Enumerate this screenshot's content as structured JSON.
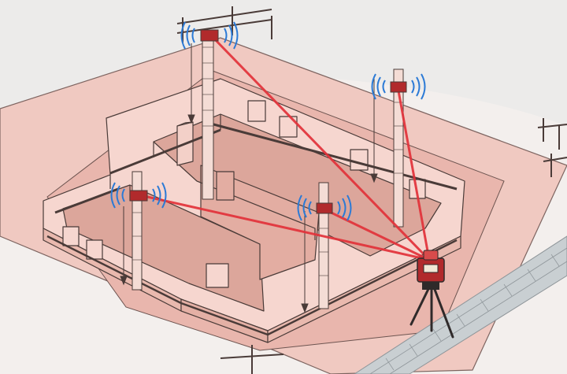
{
  "scene": {
    "description_visible_text": "",
    "colors": {
      "background": "#e9eaea",
      "ground": "#f1ecea",
      "excavation_top": "#f0c9c1",
      "excavation_wall": "#e8b7ad",
      "foundation_top": "#f6d6cf",
      "foundation_side": "#e9b9ae",
      "foundation_inner": "#dca69b",
      "outline": "#4a3b38",
      "laser": "#e2323a",
      "signal": "#2b7ad6",
      "paving": "#c9cfd2",
      "paving_line": "#8e9599",
      "staff": "#f4dcd5",
      "device": "#b12a2c"
    },
    "elements": {
      "rotating_laser": "laser-level-on-tripod",
      "receivers": [
        "receiver-top-left",
        "receiver-top-right",
        "receiver-mid-left",
        "receiver-mid-right"
      ],
      "fences": [
        "fence-top",
        "fence-right",
        "fence-bottom"
      ]
    }
  }
}
